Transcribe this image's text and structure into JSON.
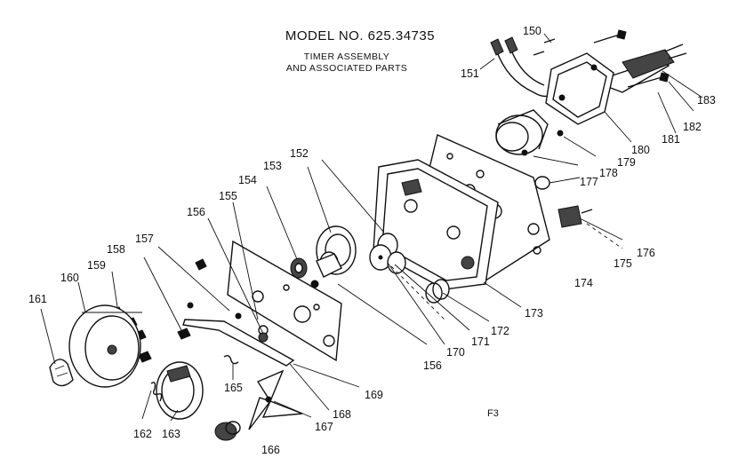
{
  "header": {
    "model": "MODEL NO. 625.34735",
    "line1": "TIMER ASSEMBLY",
    "line2": "AND ASSOCIATED PARTS"
  },
  "figure_label": "F3",
  "parts": {
    "p150": "150",
    "p151": "151",
    "p152": "152",
    "p153": "153",
    "p154": "154",
    "p155": "155",
    "p156a": "156",
    "p156b": "156",
    "p157": "157",
    "p158": "158",
    "p159": "159",
    "p160": "160",
    "p161": "161",
    "p162": "162",
    "p163": "163",
    "p165": "165",
    "p166": "166",
    "p167": "167",
    "p168": "168",
    "p169": "169",
    "p170": "170",
    "p171": "171",
    "p172": "172",
    "p173": "173",
    "p174": "174",
    "p175": "175",
    "p176": "176",
    "p177": "177",
    "p178": "178",
    "p179": "179",
    "p180": "180",
    "p181": "181",
    "p182": "182",
    "p183": "183"
  }
}
